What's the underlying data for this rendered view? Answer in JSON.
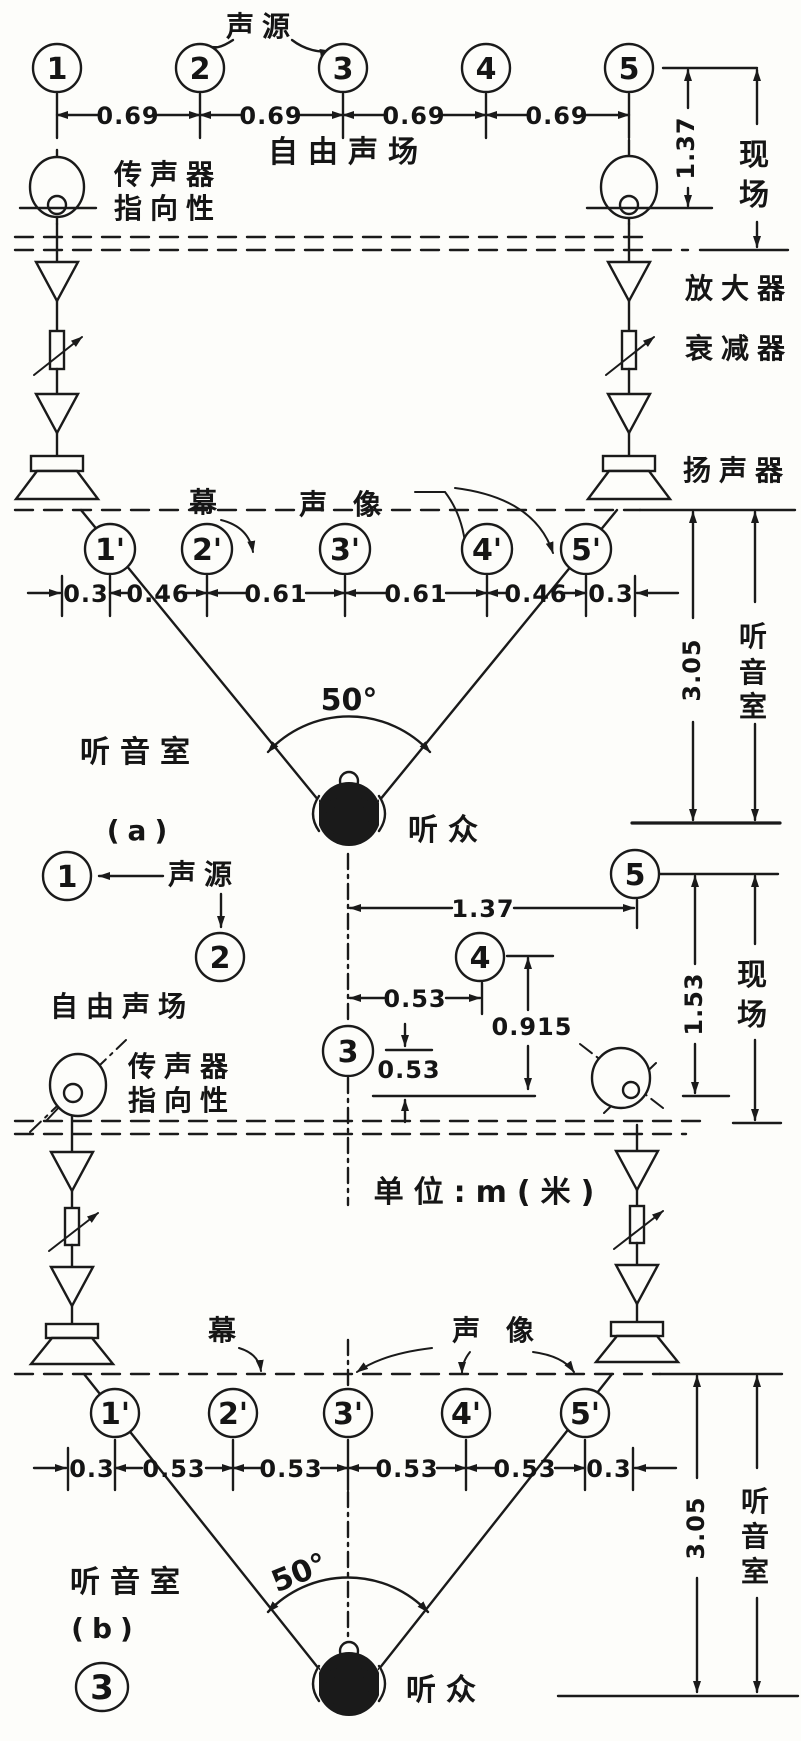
{
  "figure": {
    "number": "3",
    "unit_note": "单位:m(米)"
  },
  "a": {
    "tag": "(a)",
    "source_label": "声源",
    "sources": [
      "1",
      "2",
      "3",
      "4",
      "5"
    ],
    "source_gaps": [
      "0.69",
      "0.69",
      "0.69",
      "0.69"
    ],
    "free_field": "自由声场",
    "mic_label_1": "传声器",
    "mic_label_2": "指向性",
    "mic_height": "1.37",
    "venue": [
      "现",
      "场"
    ],
    "amp_label": "放大器",
    "attenuator_label": "衰减器",
    "speaker_label": "扬声器",
    "screen_label": "幕",
    "image_label": "声 像",
    "images": [
      "1'",
      "2'",
      "3'",
      "4'",
      "5'"
    ],
    "image_gaps": [
      "0.3",
      "0.46",
      "0.61",
      "0.61",
      "0.46",
      "0.3"
    ],
    "angle": "50°",
    "room": "听音室",
    "room_v": [
      "听",
      "音",
      "室"
    ],
    "depth": "3.05",
    "listener": "听众"
  },
  "b": {
    "tag": "(b)",
    "source_label": "声源",
    "sources": [
      "1",
      "2",
      "3",
      "4",
      "5"
    ],
    "width": "1.37",
    "height": "1.53",
    "dx": "0.53",
    "dy": "0.915",
    "dz": "0.53",
    "free_field": "自由声场",
    "mic_label_1": "传声器",
    "mic_label_2": "指向性",
    "venue": [
      "现",
      "场"
    ],
    "screen_label": "幕",
    "image_label": "声 像",
    "images": [
      "1'",
      "2'",
      "3'",
      "4'",
      "5'"
    ],
    "image_gaps": [
      "0.3",
      "0.53",
      "0.53",
      "0.53",
      "0.53",
      "0.3"
    ],
    "angle": "50°",
    "room": "听音室",
    "room_v": [
      "听",
      "音",
      "室"
    ],
    "depth": "3.05",
    "listener": "听众"
  }
}
